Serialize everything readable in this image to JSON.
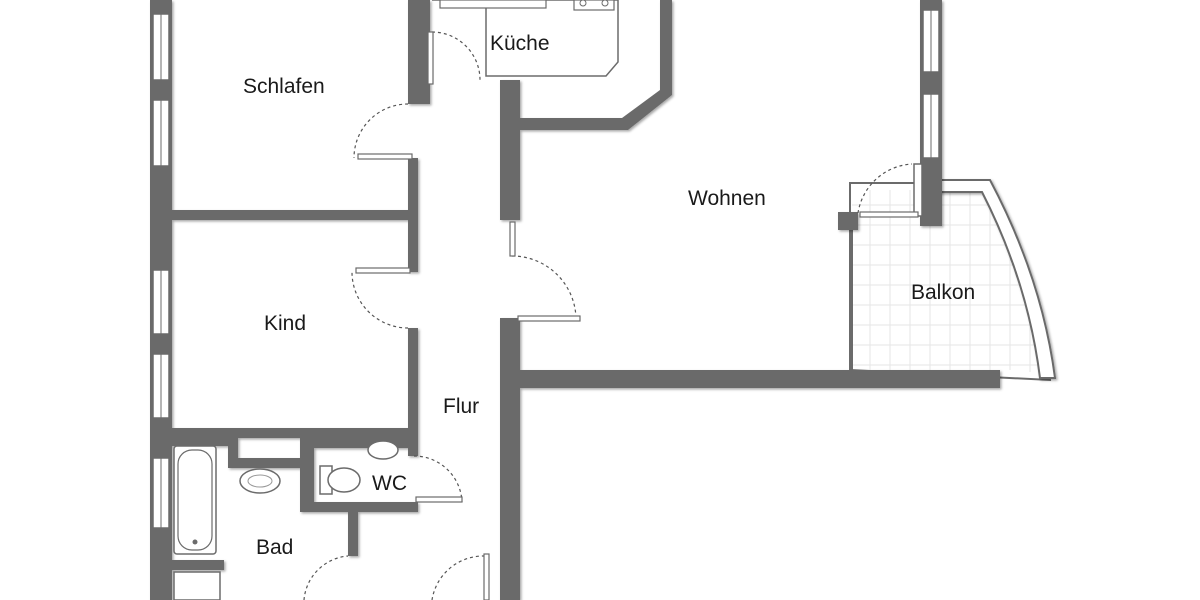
{
  "colors": {
    "wall": "#6b6b6b",
    "wall_outline": "#5a5a5a",
    "window": "#ffffff",
    "door_arc": "#555555",
    "fixture": "#cccccc",
    "balcony_tile": "#e8e8e8",
    "label": "#1a1a1a"
  },
  "rooms": {
    "schlafen": "Schlafen",
    "kueche": "Küche",
    "wohnen": "Wohnen",
    "balkon": "Balkon",
    "kind": "Kind",
    "flur": "Flur",
    "wc": "WC",
    "bad": "Bad"
  }
}
